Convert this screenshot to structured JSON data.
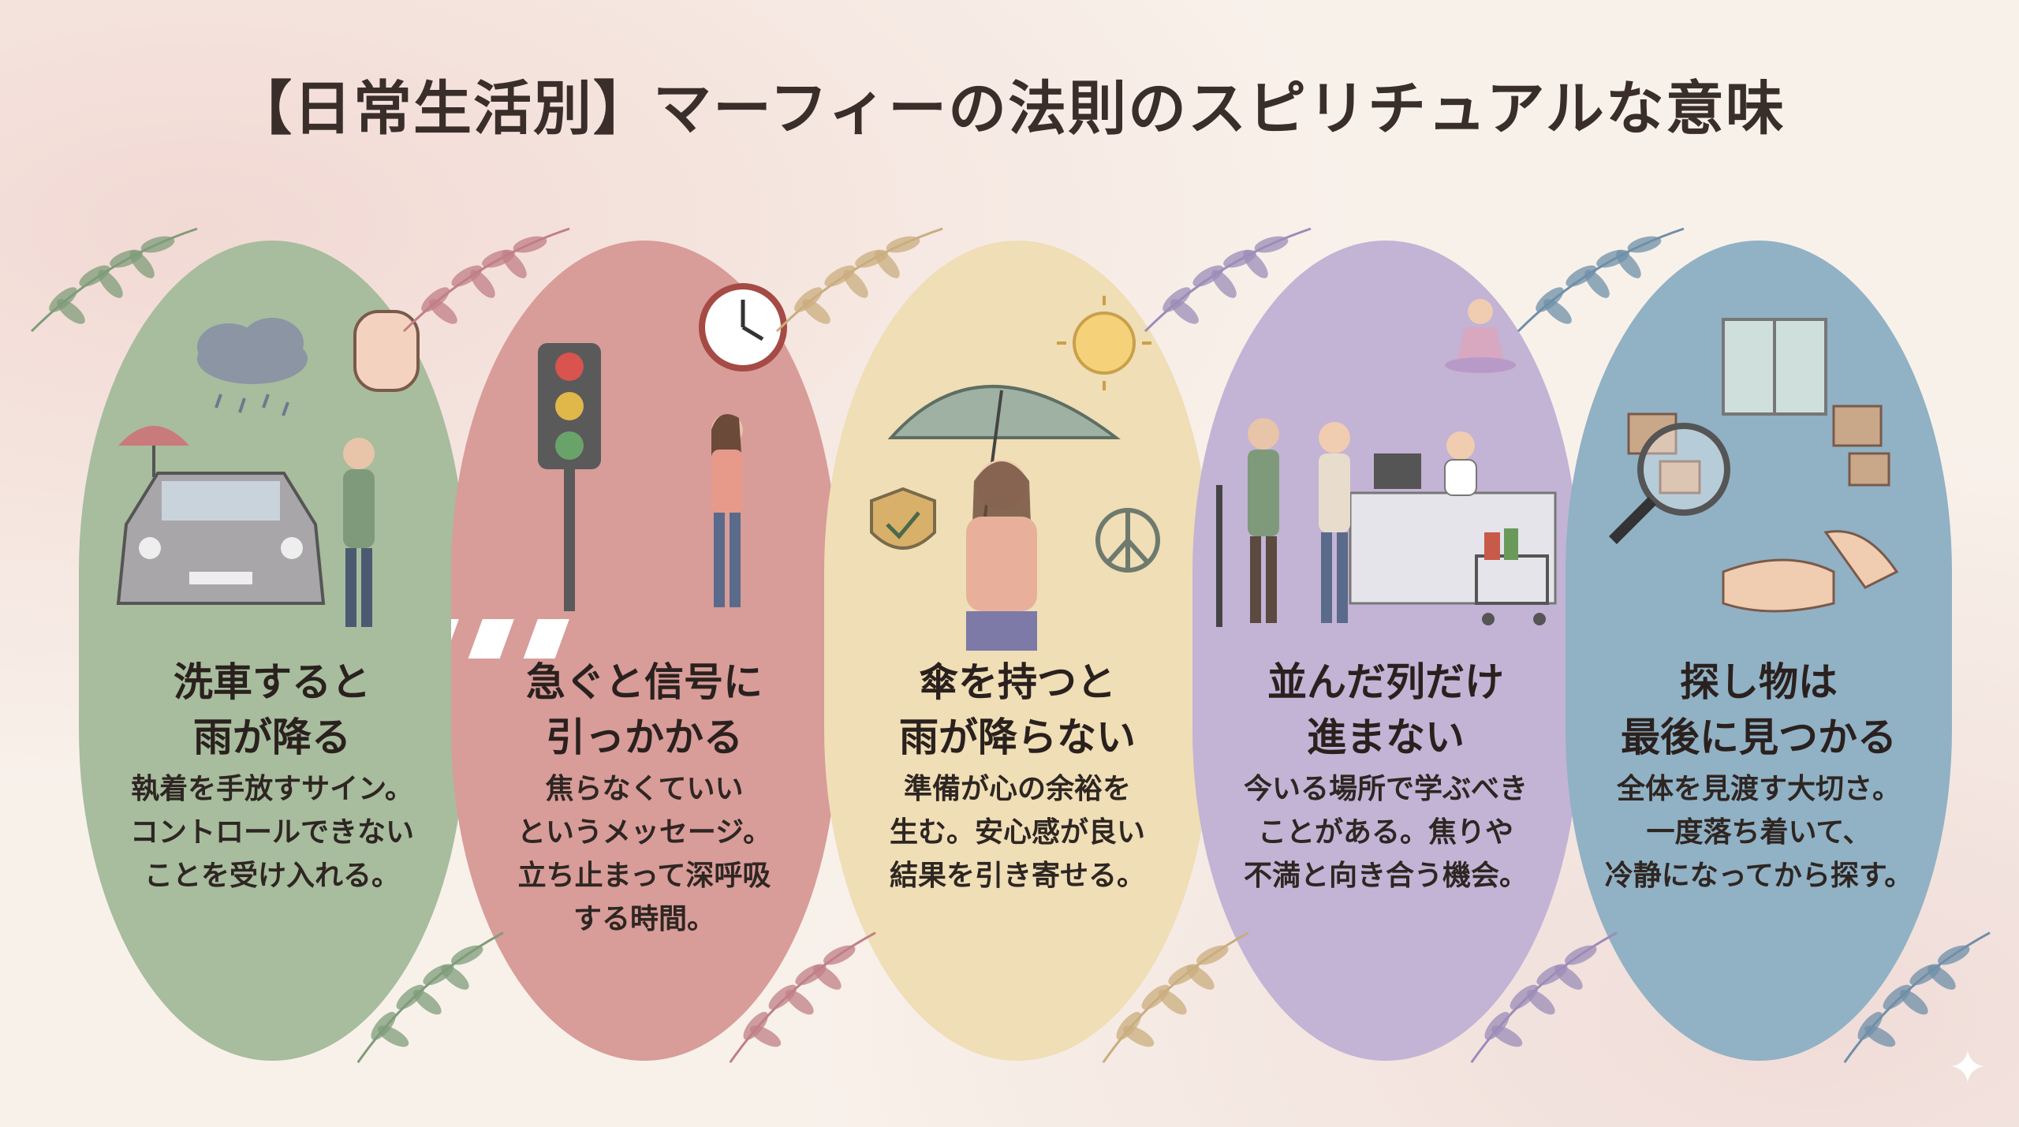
{
  "title": "【日常生活別】マーフィーの法則のスピリチュアルな意味",
  "cards": [
    {
      "heading_1": "洗車すると",
      "heading_2": "雨が降る",
      "body": [
        "執着を手放すサイン。",
        "コントロールできない",
        "ことを受け入れる。"
      ],
      "color": "#a8bc9e",
      "leaf": "#7f9c7a"
    },
    {
      "heading_1": "急ぐと信号に",
      "heading_2": "引っかかる",
      "body": [
        "焦らなくていい",
        "というメッセージ。",
        "立ち止まって深呼吸",
        "する時間。"
      ],
      "color": "#d89c99",
      "leaf": "#c07f86"
    },
    {
      "heading_1": "傘を持つと",
      "heading_2": "雨が降らない",
      "body": [
        "準備が心の余裕を",
        "生む。安心感が良い",
        "結果を引き寄せる。"
      ],
      "color": "#efdeb6",
      "leaf": "#c9ad7f"
    },
    {
      "heading_1": "並んだ列だけ",
      "heading_2": "進まない",
      "body": [
        "今いる場所で学ぶべき",
        "ことがある。焦りや",
        "不満と向き合う機会。"
      ],
      "color": "#c3b3d5",
      "leaf": "#9c8cb8"
    },
    {
      "heading_1": "探し物は",
      "heading_2": "最後に見つかる",
      "body": [
        "全体を見渡す大切さ。",
        "一度落ち着いて、",
        "冷静になってから探す。"
      ],
      "color": "#91b1c5",
      "leaf": "#6f8fa8"
    }
  ]
}
